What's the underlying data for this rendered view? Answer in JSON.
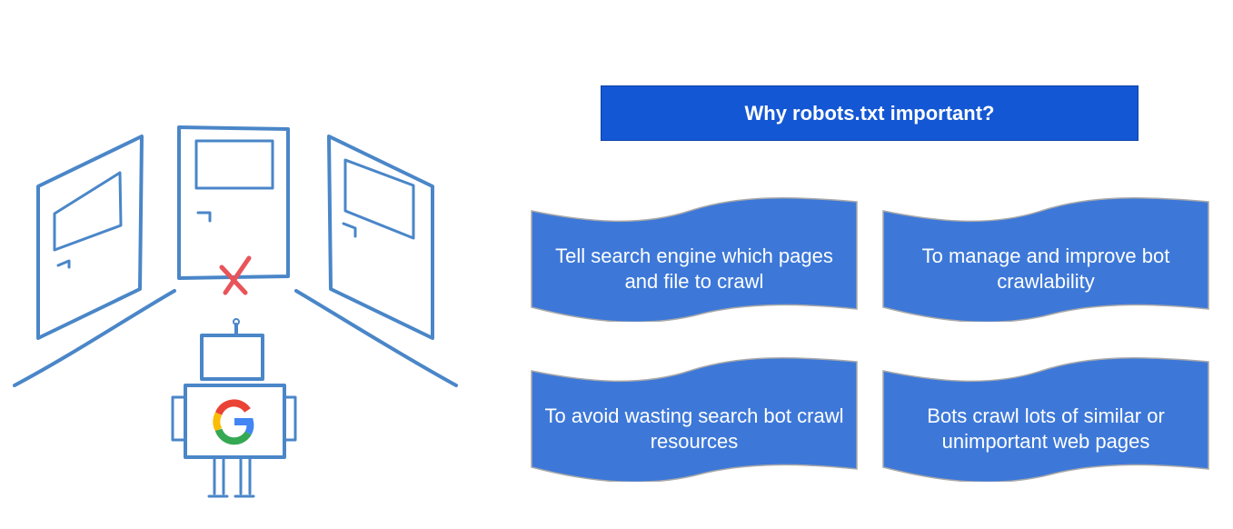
{
  "title": "Why robots.txt important?",
  "colors": {
    "title_bg": "#1457d4",
    "banner_fill": "#3d78d8",
    "sketch_stroke": "#4a86c8",
    "cross": "#e8545a"
  },
  "illustration": {
    "description_icons": [
      "door-icon",
      "robot-icon",
      "google-logo-icon",
      "cross-icon"
    ],
    "logo_letter": "G"
  },
  "banners": [
    {
      "text": "Tell search engine which pages and file to crawl"
    },
    {
      "text": "To manage and improve bot crawlability"
    },
    {
      "text": "To avoid wasting search bot crawl resources"
    },
    {
      "text": "Bots crawl lots of similar or unimportant web pages"
    }
  ]
}
